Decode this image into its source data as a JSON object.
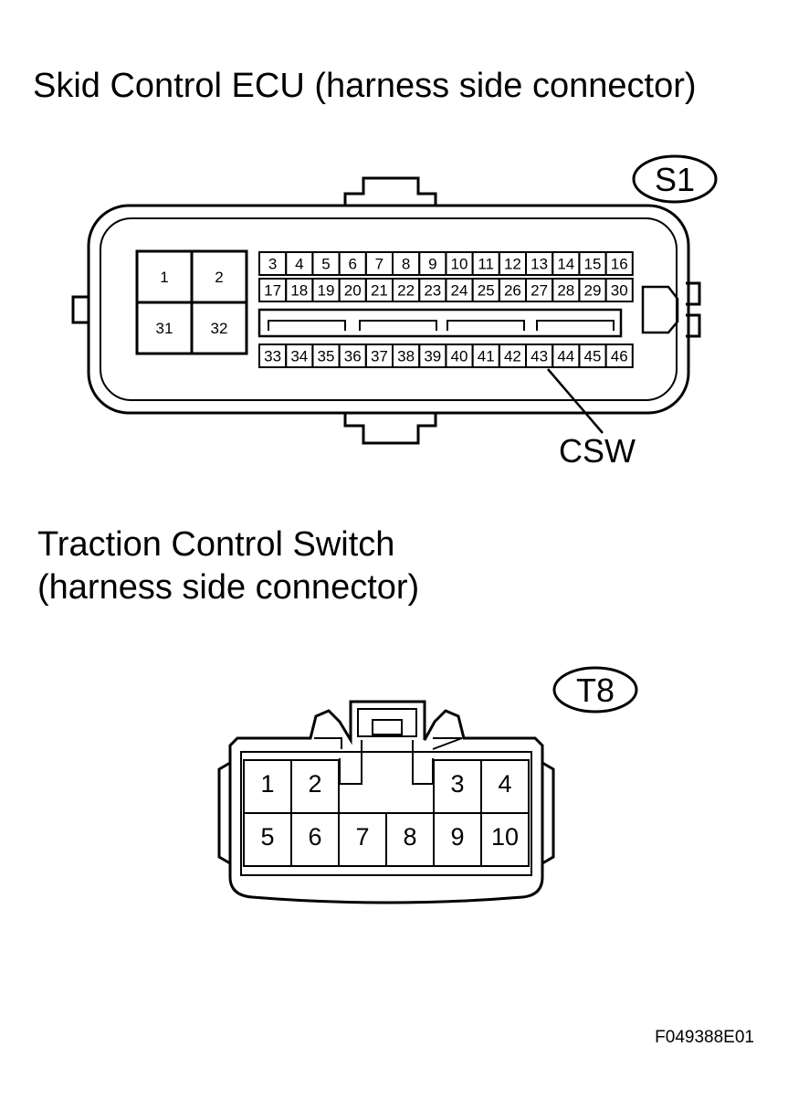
{
  "s1": {
    "title": "Skid Control ECU (harness side connector)",
    "code": "S1",
    "large_pins": [
      "1",
      "2",
      "31",
      "32"
    ],
    "row1": [
      "3",
      "4",
      "5",
      "6",
      "7",
      "8",
      "9",
      "10",
      "11",
      "12",
      "13",
      "14",
      "15",
      "16"
    ],
    "row2": [
      "17",
      "18",
      "19",
      "20",
      "21",
      "22",
      "23",
      "24",
      "25",
      "26",
      "27",
      "28",
      "29",
      "30"
    ],
    "row3": [
      "33",
      "34",
      "35",
      "36",
      "37",
      "38",
      "39",
      "40",
      "41",
      "42",
      "43",
      "44",
      "45",
      "46"
    ],
    "callout": "CSW",
    "callout_pin": "43"
  },
  "t8": {
    "title_line1": "Traction Control Switch",
    "title_line2": "(harness side connector)",
    "code": "T8",
    "top_left": [
      "1",
      "2"
    ],
    "top_right": [
      "3",
      "4"
    ],
    "bottom": [
      "5",
      "6",
      "7",
      "8",
      "9",
      "10"
    ]
  },
  "figure_id": "F049388E01"
}
